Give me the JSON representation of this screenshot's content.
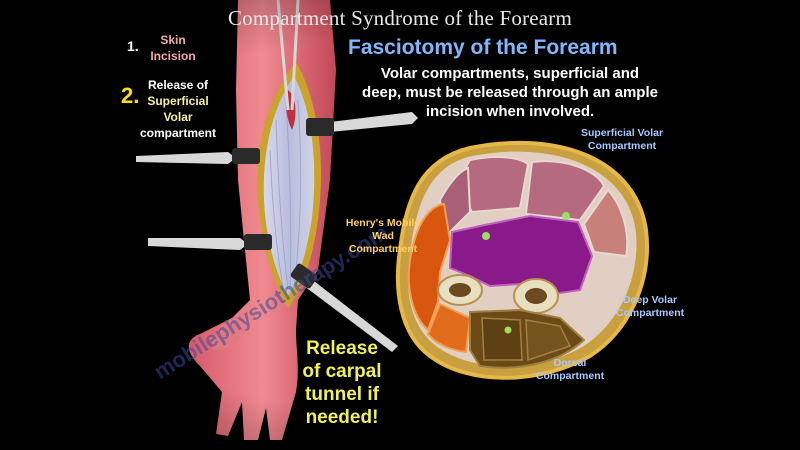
{
  "title": "Compartment Syndrome of the Forearm",
  "subtitle": "Fasciotomy of the Forearm",
  "description": [
    "Volar compartments, superficial and",
    "deep, must be released through an ample",
    "incision when involved."
  ],
  "steps": [
    {
      "number": "1.",
      "label": [
        "Skin",
        "Incision"
      ]
    },
    {
      "number": "2.",
      "label": [
        "Release of",
        "Superficial",
        "Volar",
        "compartment"
      ]
    }
  ],
  "callout": [
    "Release",
    "of carpal",
    "tunnel if",
    "needed!"
  ],
  "cross_section_labels": {
    "superficial_volar": [
      "Superficial Volar",
      "Compartment"
    ],
    "henrys_mobile_wad": [
      "Henry's Mobile",
      "Wad",
      "Compartment"
    ],
    "deep_volar": [
      "Deep Volar",
      "Compartment"
    ],
    "dorsal": [
      "Dorsal",
      "Compartment"
    ]
  },
  "colors": {
    "background": "#000000",
    "subtitle": "#7fb8ff",
    "step_highlight": "#ffe000",
    "callout": "#f0f05a",
    "deep_volar_muscle": "#8a1a8a",
    "dorsal_muscle": "#6b4a18",
    "mobile_wad_muscle": "#d8560e",
    "superficial_muscle": "#b56a80"
  }
}
